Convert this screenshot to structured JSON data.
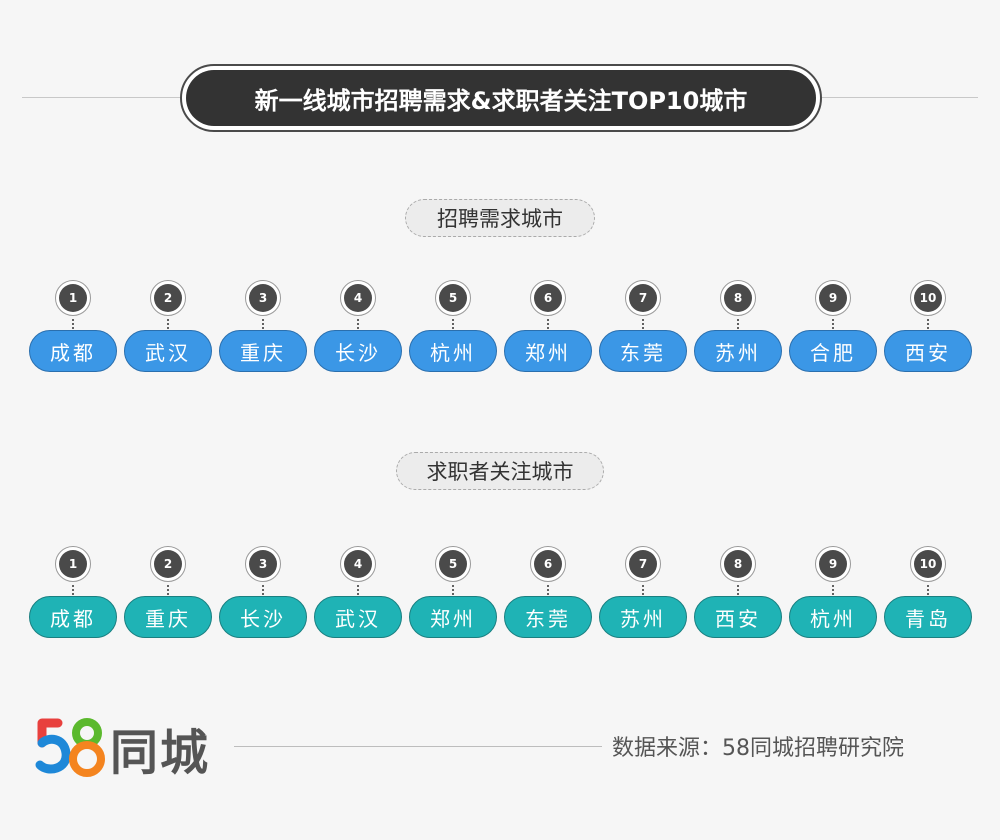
{
  "title": "新一线城市招聘需求&求职者关注TOP10城市",
  "sections": [
    {
      "label": "招聘需求城市",
      "color": "#3b97e6",
      "items": [
        {
          "rank": "1",
          "city": "成都"
        },
        {
          "rank": "2",
          "city": "武汉"
        },
        {
          "rank": "3",
          "city": "重庆"
        },
        {
          "rank": "4",
          "city": "长沙"
        },
        {
          "rank": "5",
          "city": "杭州"
        },
        {
          "rank": "6",
          "city": "郑州"
        },
        {
          "rank": "7",
          "city": "东莞"
        },
        {
          "rank": "8",
          "city": "苏州"
        },
        {
          "rank": "9",
          "city": "合肥"
        },
        {
          "rank": "10",
          "city": "西安"
        }
      ]
    },
    {
      "label": "求职者关注城市",
      "color": "#1fb3b5",
      "items": [
        {
          "rank": "1",
          "city": "成都"
        },
        {
          "rank": "2",
          "city": "重庆"
        },
        {
          "rank": "3",
          "city": "长沙"
        },
        {
          "rank": "4",
          "city": "武汉"
        },
        {
          "rank": "5",
          "city": "郑州"
        },
        {
          "rank": "6",
          "city": "东莞"
        },
        {
          "rank": "7",
          "city": "苏州"
        },
        {
          "rank": "8",
          "city": "西安"
        },
        {
          "rank": "9",
          "city": "杭州"
        },
        {
          "rank": "10",
          "city": "青岛"
        }
      ]
    }
  ],
  "footer": {
    "logo_number": "58",
    "logo_text": "同城",
    "source": "数据来源：58同城招聘研究院"
  }
}
